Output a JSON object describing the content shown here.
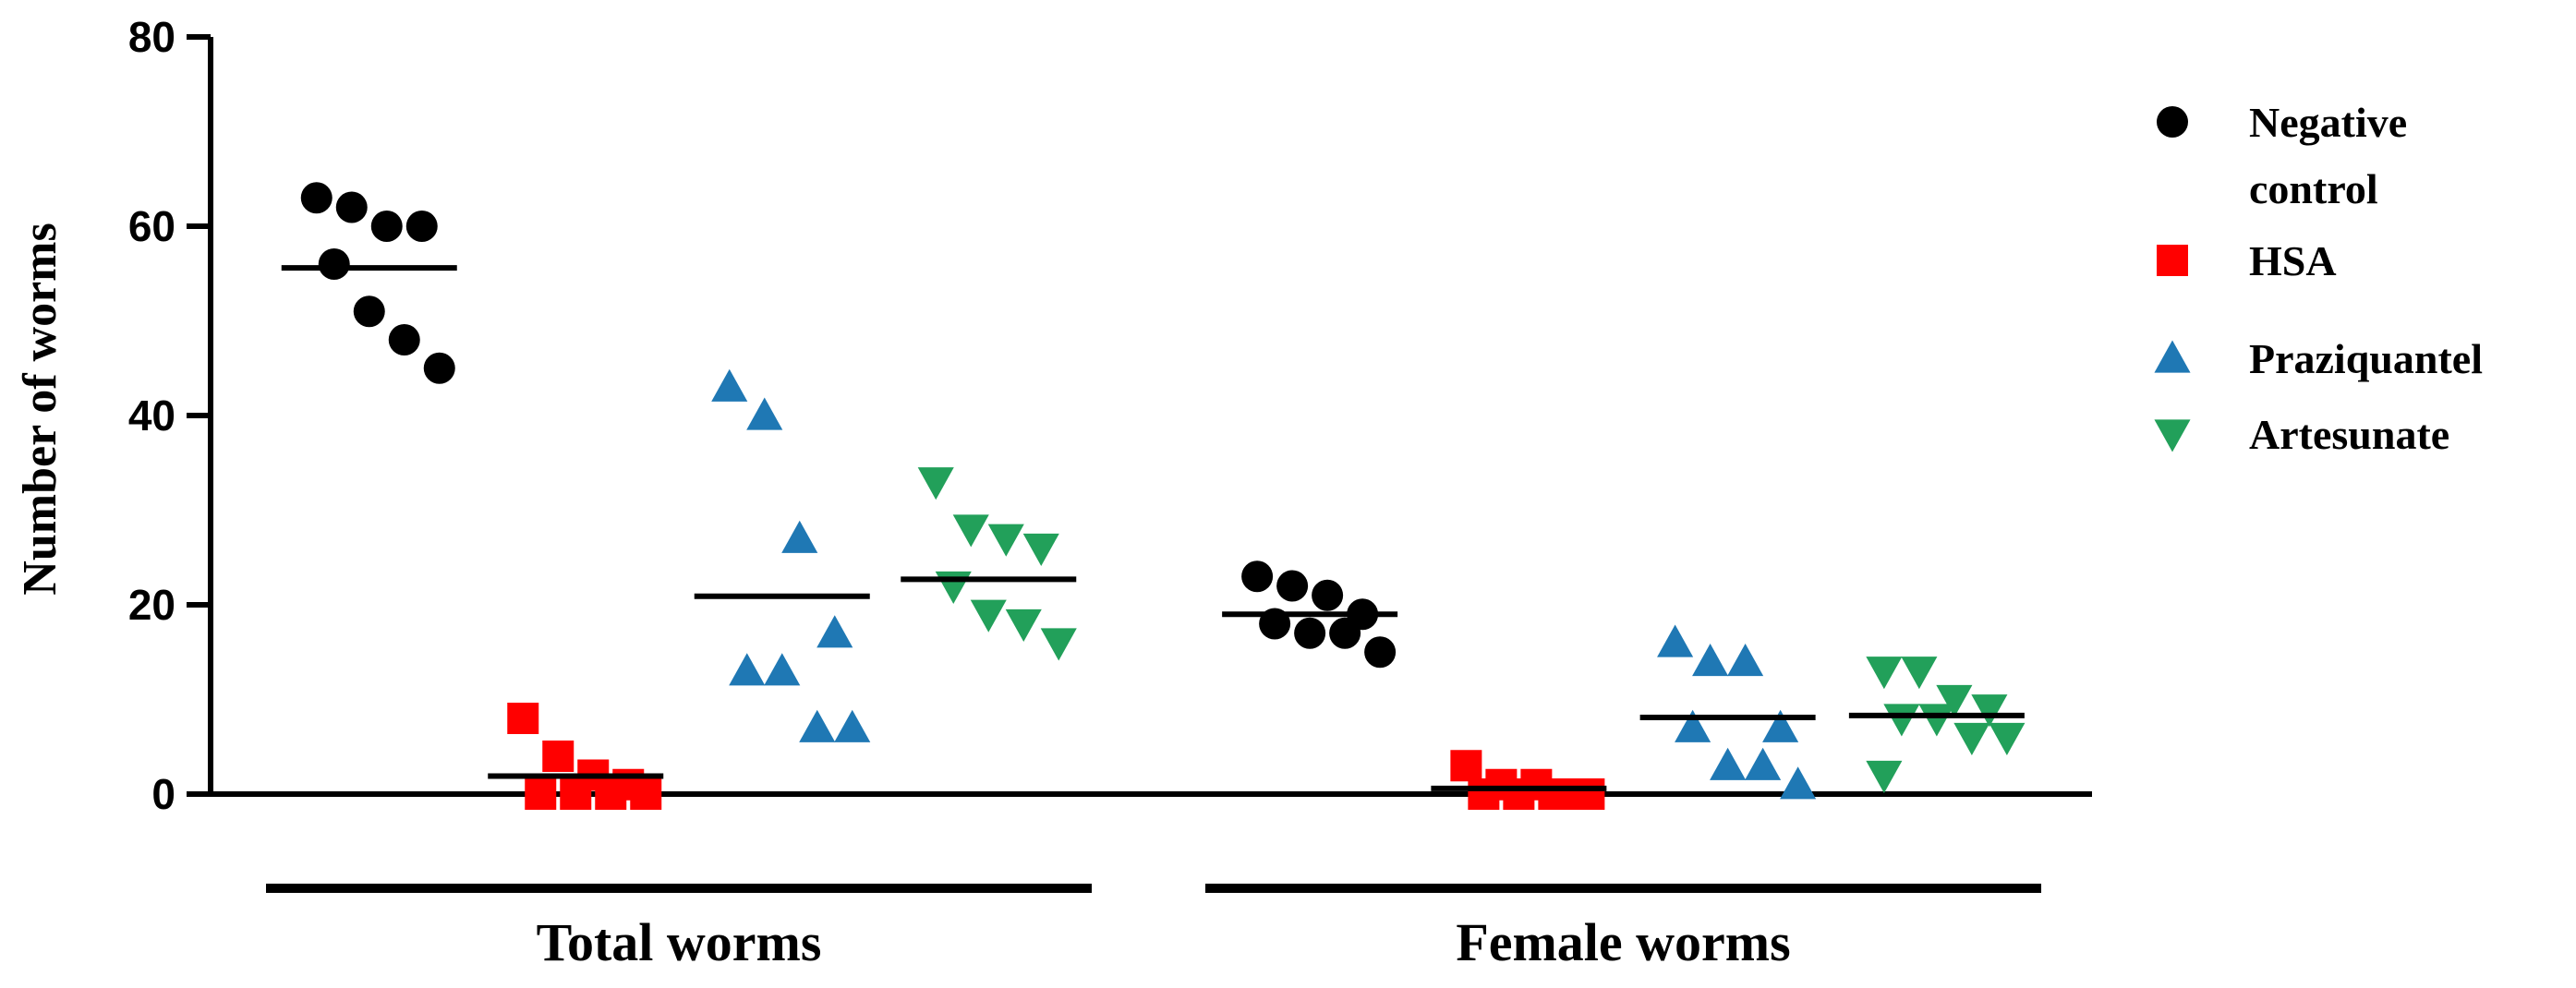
{
  "chart_data": {
    "type": "scatter",
    "title": "",
    "ylabel": "Number of worms",
    "ylim": [
      0,
      80
    ],
    "yticks": [
      0,
      20,
      40,
      60,
      80
    ],
    "grid": false,
    "legend_position": "right",
    "groups": [
      "Total worms",
      "Female worms"
    ],
    "series": [
      {
        "name_lines": [
          "Negative",
          "control"
        ],
        "marker": "circle",
        "color": "#000000",
        "values": {
          "Total worms": [
            63,
            62,
            60,
            60,
            56,
            51,
            48,
            45
          ],
          "Female worms": [
            23,
            22,
            21,
            19,
            18,
            17,
            17,
            15
          ]
        },
        "mean": {
          "Total worms": 55.6,
          "Female worms": 19.0
        }
      },
      {
        "name_lines": [
          "HSA"
        ],
        "marker": "square",
        "color": "#ff0000",
        "values": {
          "Total worms": [
            8,
            4,
            2,
            1,
            0,
            0,
            0,
            0
          ],
          "Female worms": [
            3,
            1,
            1,
            0,
            0,
            0,
            0,
            0
          ]
        },
        "mean": {
          "Total worms": 1.9,
          "Female worms": 0.6
        }
      },
      {
        "name_lines": [
          "Praziquantel"
        ],
        "marker": "triangle-up",
        "color": "#1f78b4",
        "values": {
          "Total worms": [
            43,
            40,
            27,
            17,
            13,
            13,
            7,
            7
          ],
          "Female worms": [
            16,
            14,
            14,
            7,
            7,
            3,
            3,
            1
          ]
        },
        "mean": {
          "Total worms": 20.9,
          "Female worms": 8.1
        }
      },
      {
        "name_lines": [
          "Artesunate"
        ],
        "marker": "triangle-down",
        "color": "#22a05a",
        "values": {
          "Total worms": [
            33,
            28,
            27,
            26,
            22,
            19,
            18,
            16
          ],
          "Female worms": [
            13,
            13,
            10,
            9,
            8,
            8,
            6,
            6,
            2
          ]
        },
        "mean": {
          "Total worms": 22.7,
          "Female worms": 8.3
        }
      }
    ]
  }
}
